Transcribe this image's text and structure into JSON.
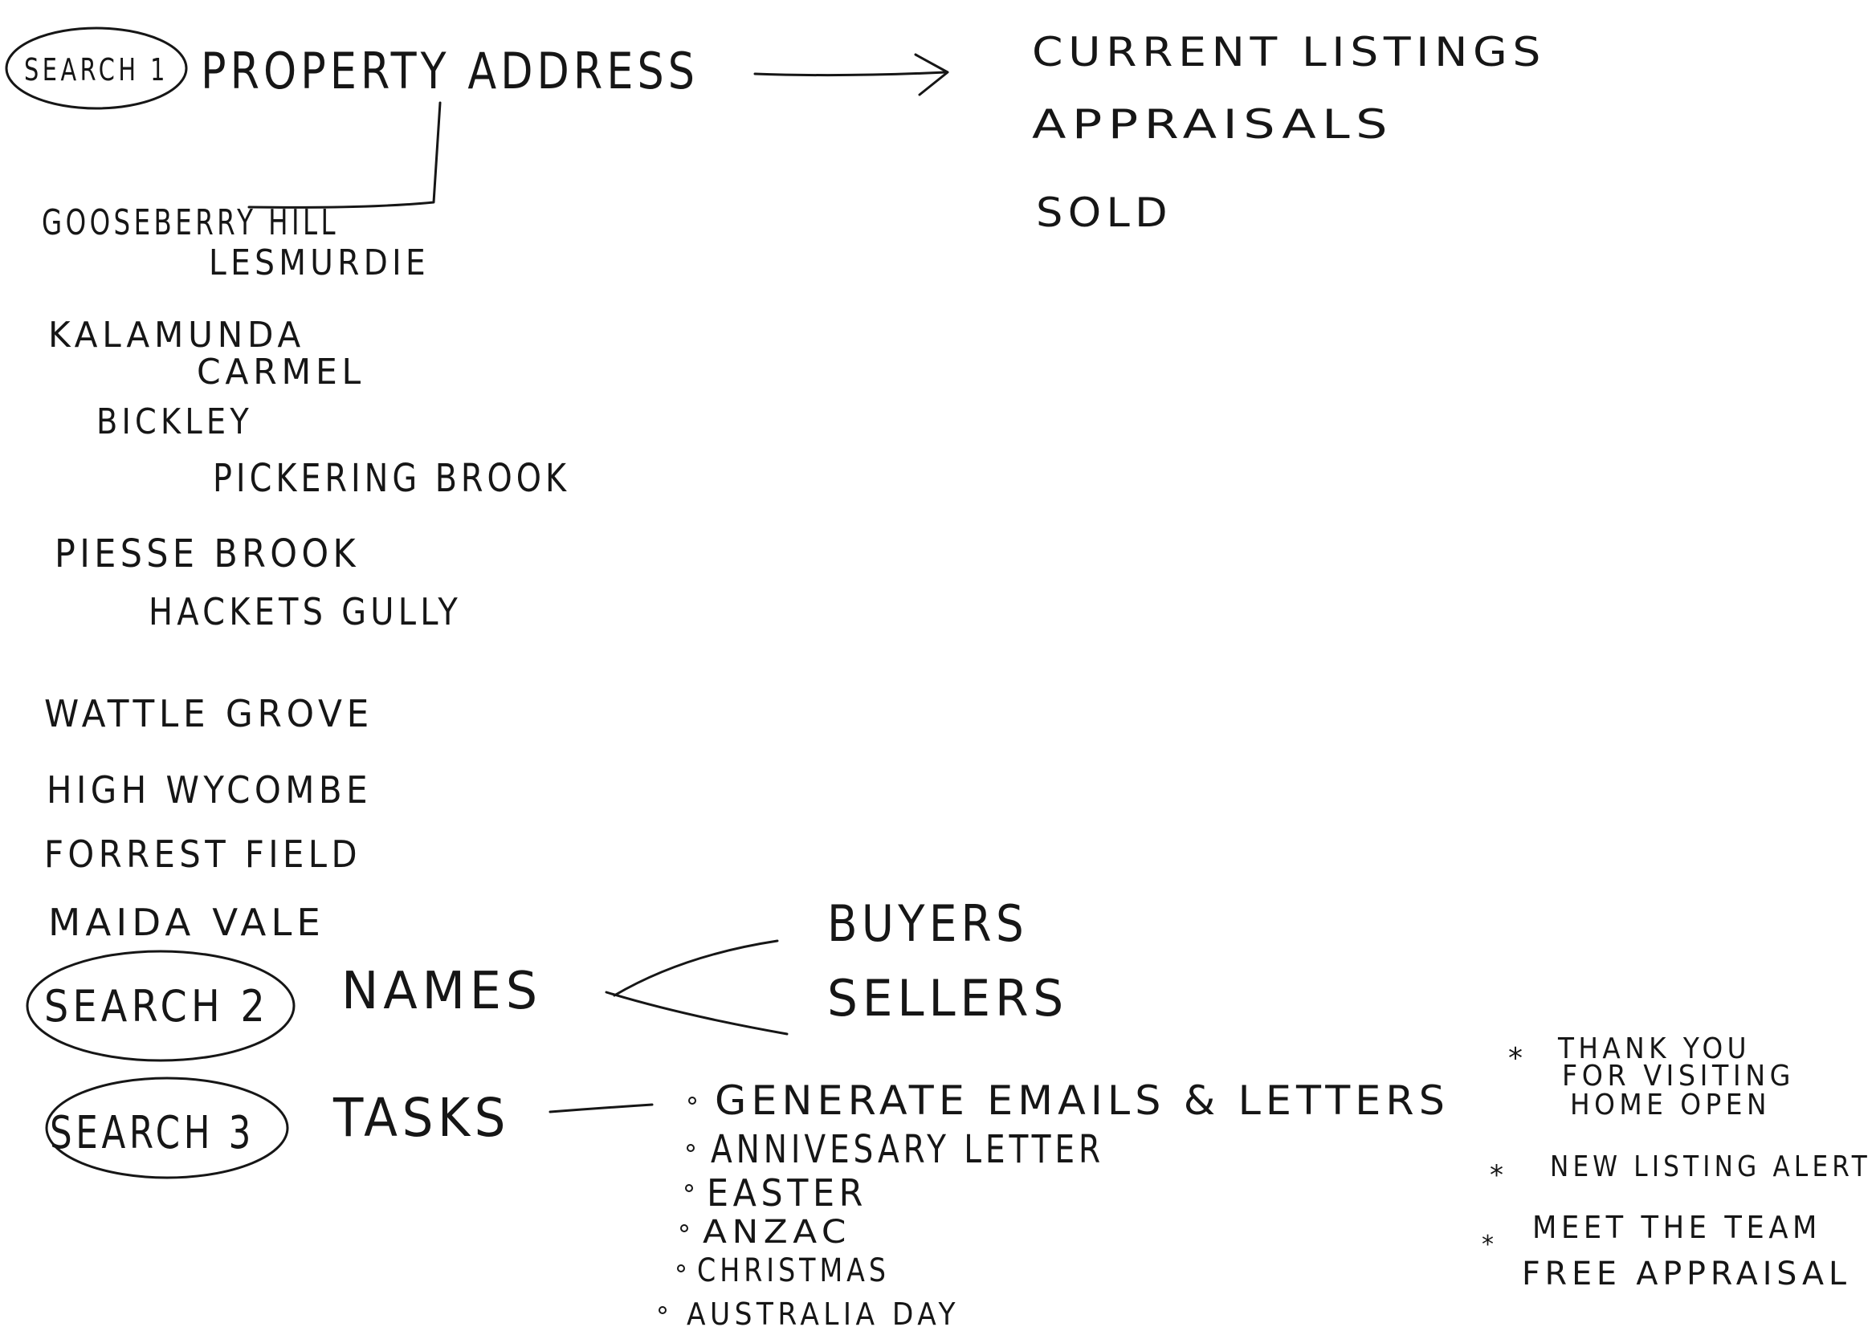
{
  "search1": {
    "badge": "SEARCH 1",
    "label": "PROPERTY ADDRESS",
    "results": [
      "CURRENT LISTINGS",
      "APPRAISALS",
      "SOLD"
    ],
    "suburbs": [
      "GOOSEBERRY HILL",
      "LESMURDIE",
      "KALAMUNDA",
      "CARMEL",
      "BICKLEY",
      "PICKERING BROOK",
      "PIESSE BROOK",
      "HACKETS GULLY",
      "WATTLE GROVE",
      "HIGH WYCOMBE",
      "FORREST FIELD",
      "MAIDA VALE"
    ]
  },
  "search2": {
    "badge": "SEARCH 2",
    "label": "NAMES",
    "results": [
      "BUYERS",
      "SELLERS"
    ]
  },
  "search3": {
    "badge": "SEARCH 3",
    "label": "TASKS",
    "tasks": [
      "GENERATE EMAILS & LETTERS",
      "ANNIVESARY LETTER",
      "EASTER",
      "ANZAC",
      "CHRISTMAS",
      "AUSTRALIA DAY"
    ],
    "notes": [
      "THANK YOU",
      "FOR VISITING",
      "HOME OPEN",
      "NEW LISTING ALERT",
      "MEET THE TEAM",
      "FREE APPRAISAL"
    ]
  }
}
